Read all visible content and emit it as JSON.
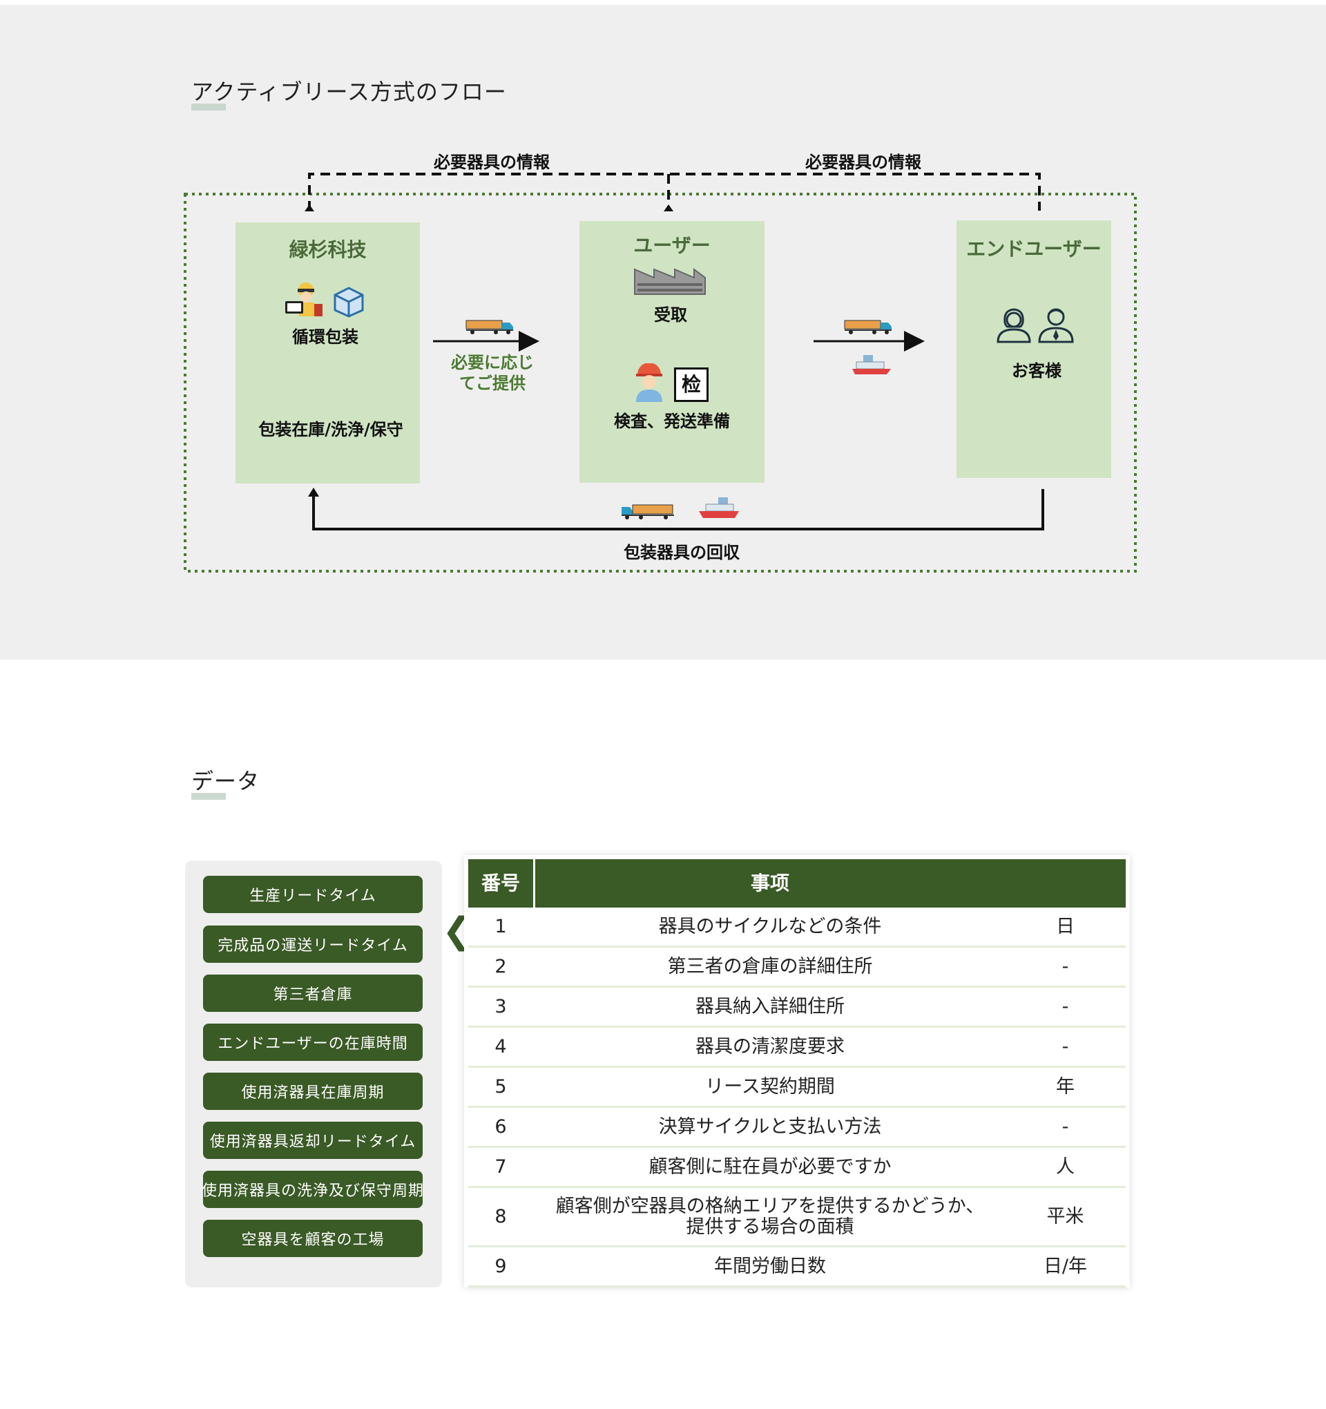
{
  "flow_section": {
    "title": "アクティブリース方式のフロー",
    "top_labels": [
      "必要器具の情報",
      "必要器具の情報"
    ],
    "nodes": {
      "supplier": {
        "title": "緑杉科技",
        "caption1": "循環包装",
        "caption2": "包装在庫/洗浄/保守"
      },
      "user": {
        "title": "ユーザー",
        "caption1": "受取",
        "caption2": "検査、発送準備",
        "inspect_glyph": "检"
      },
      "end_user": {
        "title": "エンドユーザー",
        "caption1": "お客様"
      }
    },
    "supply_label": "必要に応じ\nてご提供",
    "return_label": "包装器具の回収",
    "colors": {
      "node_bg": "#d0e4c3",
      "dotted_border": "#4a7a30",
      "green_text": "#4a7a30"
    }
  },
  "data_section": {
    "title": "データ",
    "left_buttons": [
      "生産リードタイム",
      "完成品の運送リードタイム",
      "第三者倉庫",
      "エンドユーザーの在庫時間",
      "使用済器具在庫周期",
      "使用済器具返却リードタイム",
      "使用済器具の洗浄及び保守周期",
      "空器具を顧客の工場"
    ],
    "table": {
      "headers": {
        "num": "番号",
        "item": "事项"
      },
      "rows": [
        {
          "num": "1",
          "item": "器具のサイクルなどの条件",
          "unit": "日"
        },
        {
          "num": "2",
          "item": "第三者の倉庫の詳細住所",
          "unit": "-"
        },
        {
          "num": "3",
          "item": "器具納入詳細住所",
          "unit": "-"
        },
        {
          "num": "4",
          "item": "器具の清潔度要求",
          "unit": "-"
        },
        {
          "num": "5",
          "item": "リース契約期間",
          "unit": "年"
        },
        {
          "num": "6",
          "item": "決算サイクルと支払い方法",
          "unit": "-"
        },
        {
          "num": "7",
          "item": "顧客側に駐在員が必要ですか",
          "unit": "人"
        },
        {
          "num": "8",
          "item": "顧客側が空器具の格納エリアを提供するかどうか、\n提供する場合の面積",
          "unit": "平米"
        },
        {
          "num": "9",
          "item": "年間労働日数",
          "unit": "日/年"
        }
      ]
    },
    "colors": {
      "dark_green": "#3a5a26",
      "row_border": "#e2edd9"
    }
  }
}
